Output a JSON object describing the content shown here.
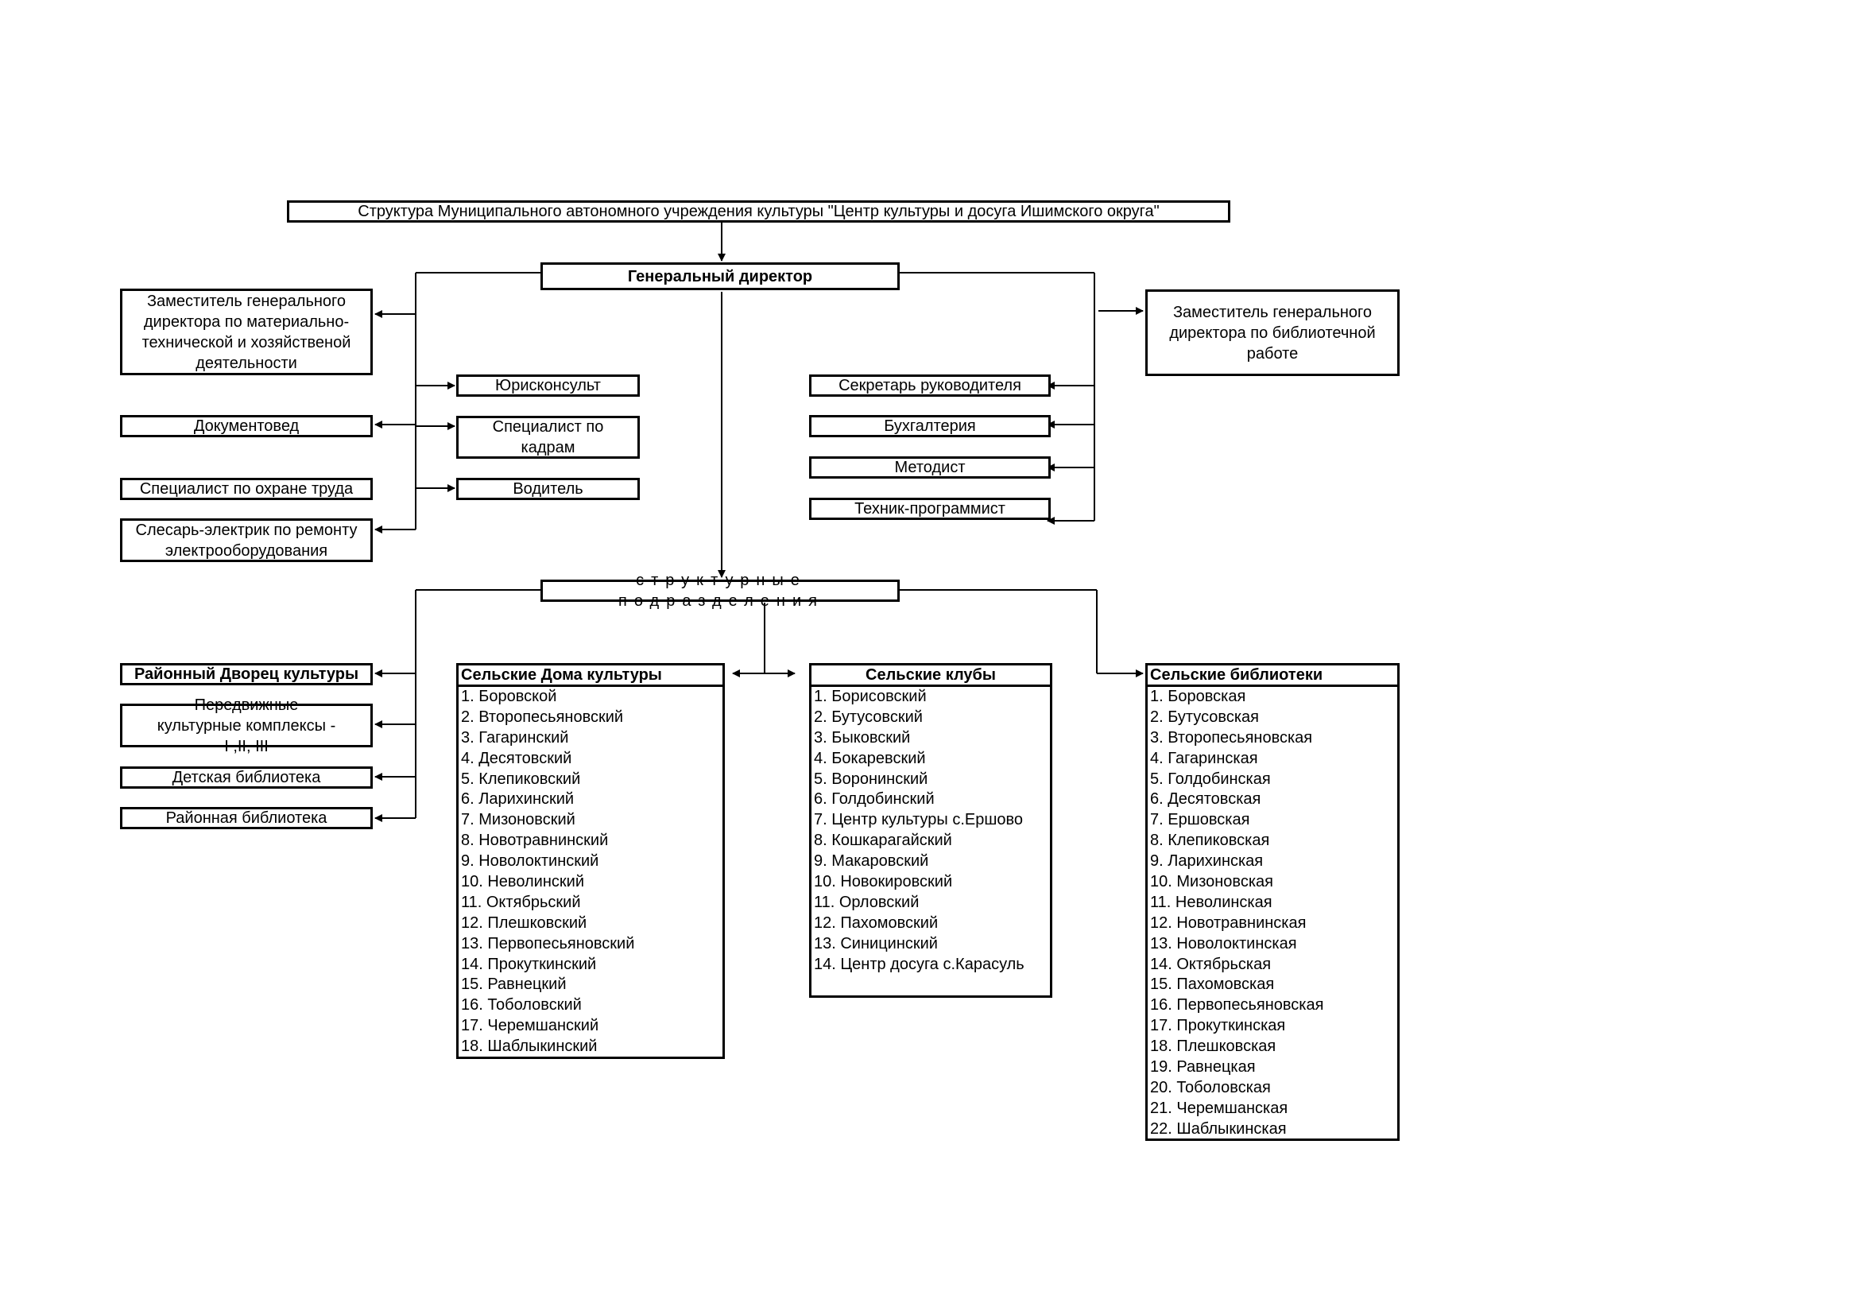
{
  "title": "Структура Муниципального автономного учреждения культуры \"Центр культуры и досуга Ишимского округа\"",
  "director": "Генеральный директор",
  "deputies": {
    "left": "Заместитель генерального директора по материально-технической и хозяйственой деятельности",
    "right": "Заместитель генерального директора по библиотечной работе"
  },
  "left_staff": [
    "Документовед",
    "Специалист по охране труда",
    "Слесарь-электрик по ремонту электрооборудования"
  ],
  "center_left_staff": [
    "Юрисконсульт",
    "Специалист по кадрам",
    "Водитель"
  ],
  "right_staff": [
    "Секретарь руководителя",
    "Бухгалтерия",
    "Методист",
    "Техник-программист"
  ],
  "divisions_label": "структурные подразделения",
  "district_units": [
    "Районный Дворец культуры",
    "Передвижные культурные комплексы - I ,II, III",
    "Детская библиотека",
    "Районная библиотека"
  ],
  "rural_houses": {
    "title": "Сельские Дома культуры",
    "items": [
      "1. Боровской",
      "2. Второпесьяновский",
      "3. Гагаринский",
      "4. Десятовский",
      "5. Клепиковский",
      "6. Ларихинский",
      "7. Мизоновский",
      "8. Новотравнинский",
      "9. Новолоктинский",
      "10. Неволинский",
      "11. Октябрьский",
      "12. Плешковский",
      "13. Первопесьяновский",
      "14. Прокуткинский",
      "15. Равнецкий",
      "16. Тоболовский",
      "17. Черемшанский",
      "18. Шаблыкинский"
    ]
  },
  "rural_clubs": {
    "title": "Сельские клубы",
    "items": [
      "1. Борисовский",
      "2. Бутусовский",
      "3. Быковский",
      "4. Бокаревский",
      "5. Воронинский",
      "6. Голдобинский",
      "7. Центр культуры с.Ершово",
      "8. Кошкарагайский",
      "9. Макаровский",
      "10. Новокировский",
      "11. Орловский",
      "12. Пахомовский",
      "13. Синицинский",
      "14. Центр досуга с.Карасуль"
    ]
  },
  "rural_libraries": {
    "title": "Сельские библиотеки",
    "items": [
      "1. Боровская",
      "2. Бутусовская",
      "3. Второпесьяновская",
      "4. Гагаринская",
      "5. Голдобинская",
      "6. Десятовская",
      "7. Ершовская",
      "8. Клепиковская",
      "9. Ларихинская",
      "10. Мизоновская",
      "11. Неволинская",
      "12. Новотравнинская",
      "13. Новолоктинская",
      "14. Октябрьская",
      "15. Пахомовская",
      "16. Первопесьяновская",
      "17. Прокуткинская",
      "18. Плешковская",
      "19. Равнецкая",
      "20. Тоболовская",
      "21. Черемшанская",
      "22. Шаблыкинская"
    ]
  }
}
